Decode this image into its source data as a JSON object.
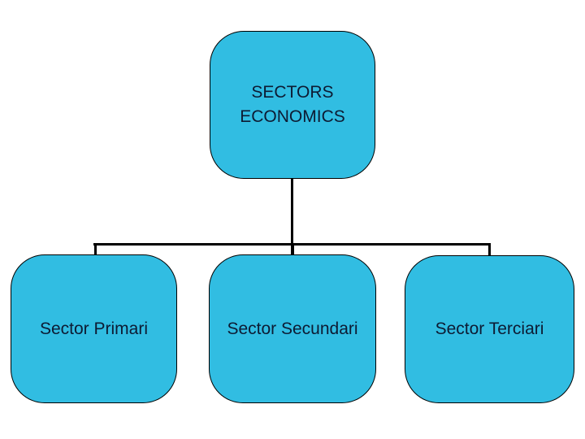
{
  "diagram": {
    "root": {
      "lines": [
        "SECTORS",
        "ECONOMICS"
      ]
    },
    "children": [
      {
        "label": "Sector Primari"
      },
      {
        "label": "Sector Secundari"
      },
      {
        "label": "Sector Terciari"
      }
    ]
  },
  "colors": {
    "box_fill": "#31bde2",
    "box_border": "#000000",
    "connector": "#000000",
    "text_color": "#0d1b33",
    "background": "#ffffff"
  }
}
